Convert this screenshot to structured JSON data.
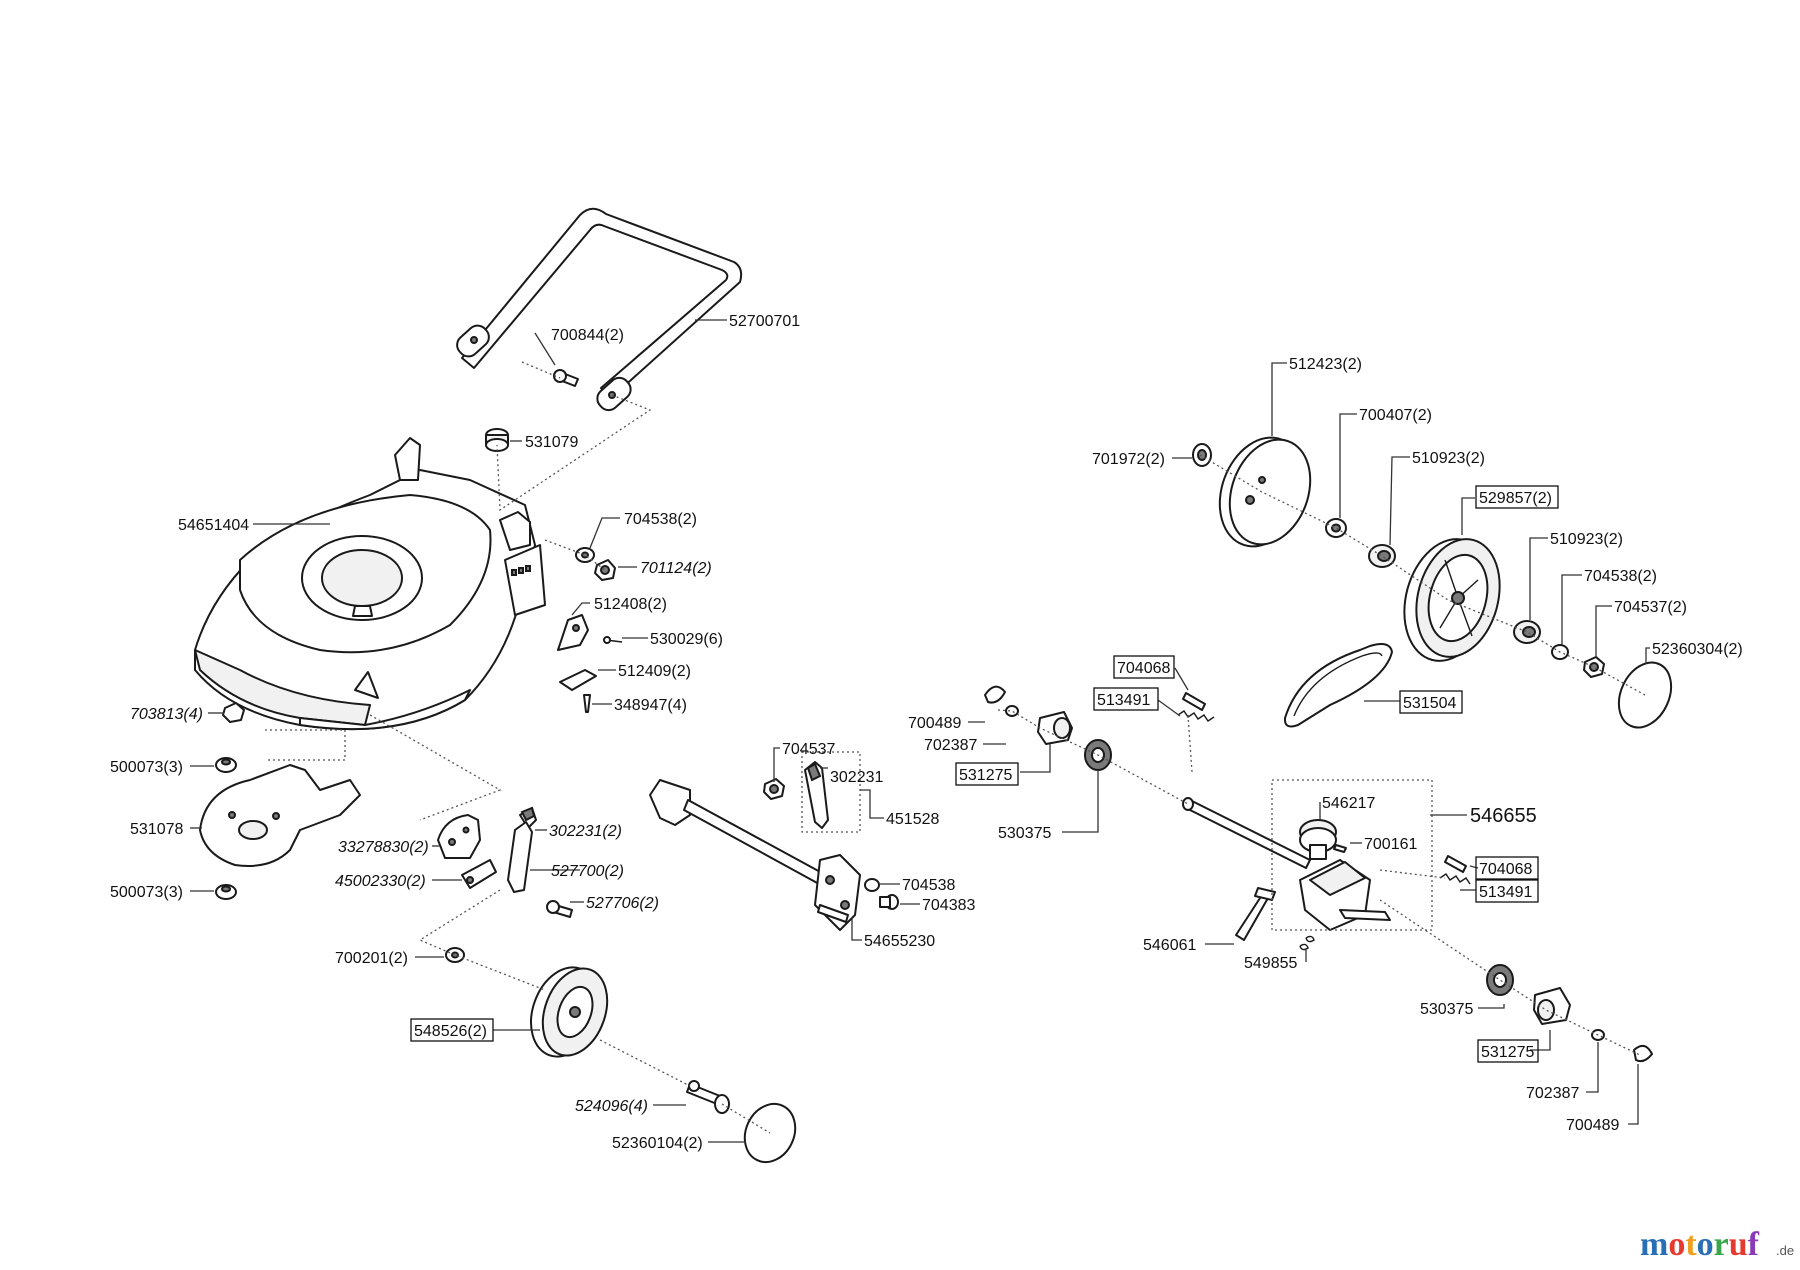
{
  "labels": {
    "l_52700701": "52700701",
    "l_700844": "700844(2)",
    "l_531079": "531079",
    "l_54651404": "54651404",
    "l_704538a": "704538(2)",
    "l_701124": "701124(2)",
    "l_512408": "512408(2)",
    "l_530029": "530029(6)",
    "l_512409": "512409(2)",
    "l_348947": "348947(4)",
    "l_703813": "703813(4)",
    "l_500073a": "500073(3)",
    "l_531078": "531078",
    "l_500073b": "500073(3)",
    "l_33278830": "33278830(2)",
    "l_45002330": "45002330(2)",
    "l_302231b": "302231(2)",
    "l_527700": "527700(2)",
    "l_527706": "527706(2)",
    "l_700201": "700201(2)",
    "l_548526": "548526(2)",
    "l_524096": "524096(4)",
    "l_52360104": "52360104(2)",
    "l_704537a": "704537",
    "l_302231a": "302231",
    "l_451528": "451528",
    "l_704538b": "704538",
    "l_704383": "704383",
    "l_54655230": "54655230",
    "l_700489a": "700489",
    "l_702387a": "702387",
    "l_531275a": "531275",
    "l_530375a": "530375",
    "l_704068a": "704068",
    "l_513491a": "513491",
    "l_531504": "531504",
    "l_512423": "512423(2)",
    "l_700407": "700407(2)",
    "l_701972": "701972(2)",
    "l_510923a": "510923(2)",
    "l_529857": "529857(2)",
    "l_510923b": "510923(2)",
    "l_704538c": "704538(2)",
    "l_704537b": "704537(2)",
    "l_52360304": "52360304(2)",
    "l_546217": "546217",
    "l_546655": "546655",
    "l_700161": "700161",
    "l_704068b": "704068",
    "l_513491b": "513491",
    "l_546061": "546061",
    "l_549855": "549855",
    "l_530375b": "530375",
    "l_531275b": "531275",
    "l_702387b": "702387",
    "l_700489b": "700489"
  },
  "brand": {
    "name": "motoruf",
    "suffix": ".de",
    "colors": [
      "#2a6fb5",
      "#e63a2e",
      "#f0a020",
      "#2a6fb5",
      "#3aa64b",
      "#e63a2e",
      "#8a3ab5"
    ]
  }
}
